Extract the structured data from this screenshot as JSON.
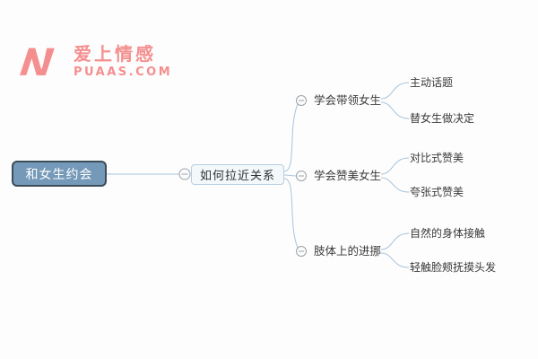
{
  "page": {
    "background": "#fdfdfd"
  },
  "logo": {
    "brand_name": "爱上情感",
    "brand_domain": "PUAAS.COM",
    "brand_color": "#f58f8f",
    "icon": "puaas-brand-mark"
  },
  "mindmap": {
    "colors": {
      "line": "#a8c4dc",
      "root_fill": "#7599b8",
      "root_border": "#3c4c59",
      "root_text": "#ffffff",
      "branch_fill": "#f3f8fb",
      "branch_border": "#b8cee2",
      "node_text": "#3a3a3a",
      "collapse_stroke": "#99a2aa"
    },
    "icons": {
      "collapse": "minus-in-circle-icon"
    },
    "root": {
      "label": "和女生约会"
    },
    "level2": {
      "label": "如何拉近关系"
    },
    "branches": [
      {
        "label": "学会带领女生",
        "children": [
          {
            "label": "主动话题"
          },
          {
            "label": "替女生做决定"
          }
        ]
      },
      {
        "label": "学会赞美女生",
        "children": [
          {
            "label": "对比式赞美"
          },
          {
            "label": "夸张式赞美"
          }
        ]
      },
      {
        "label": "肢体上的进挪",
        "children": [
          {
            "label": "自然的身体接触"
          },
          {
            "label": "轻触脸颊抚摸头发"
          }
        ]
      }
    ]
  }
}
